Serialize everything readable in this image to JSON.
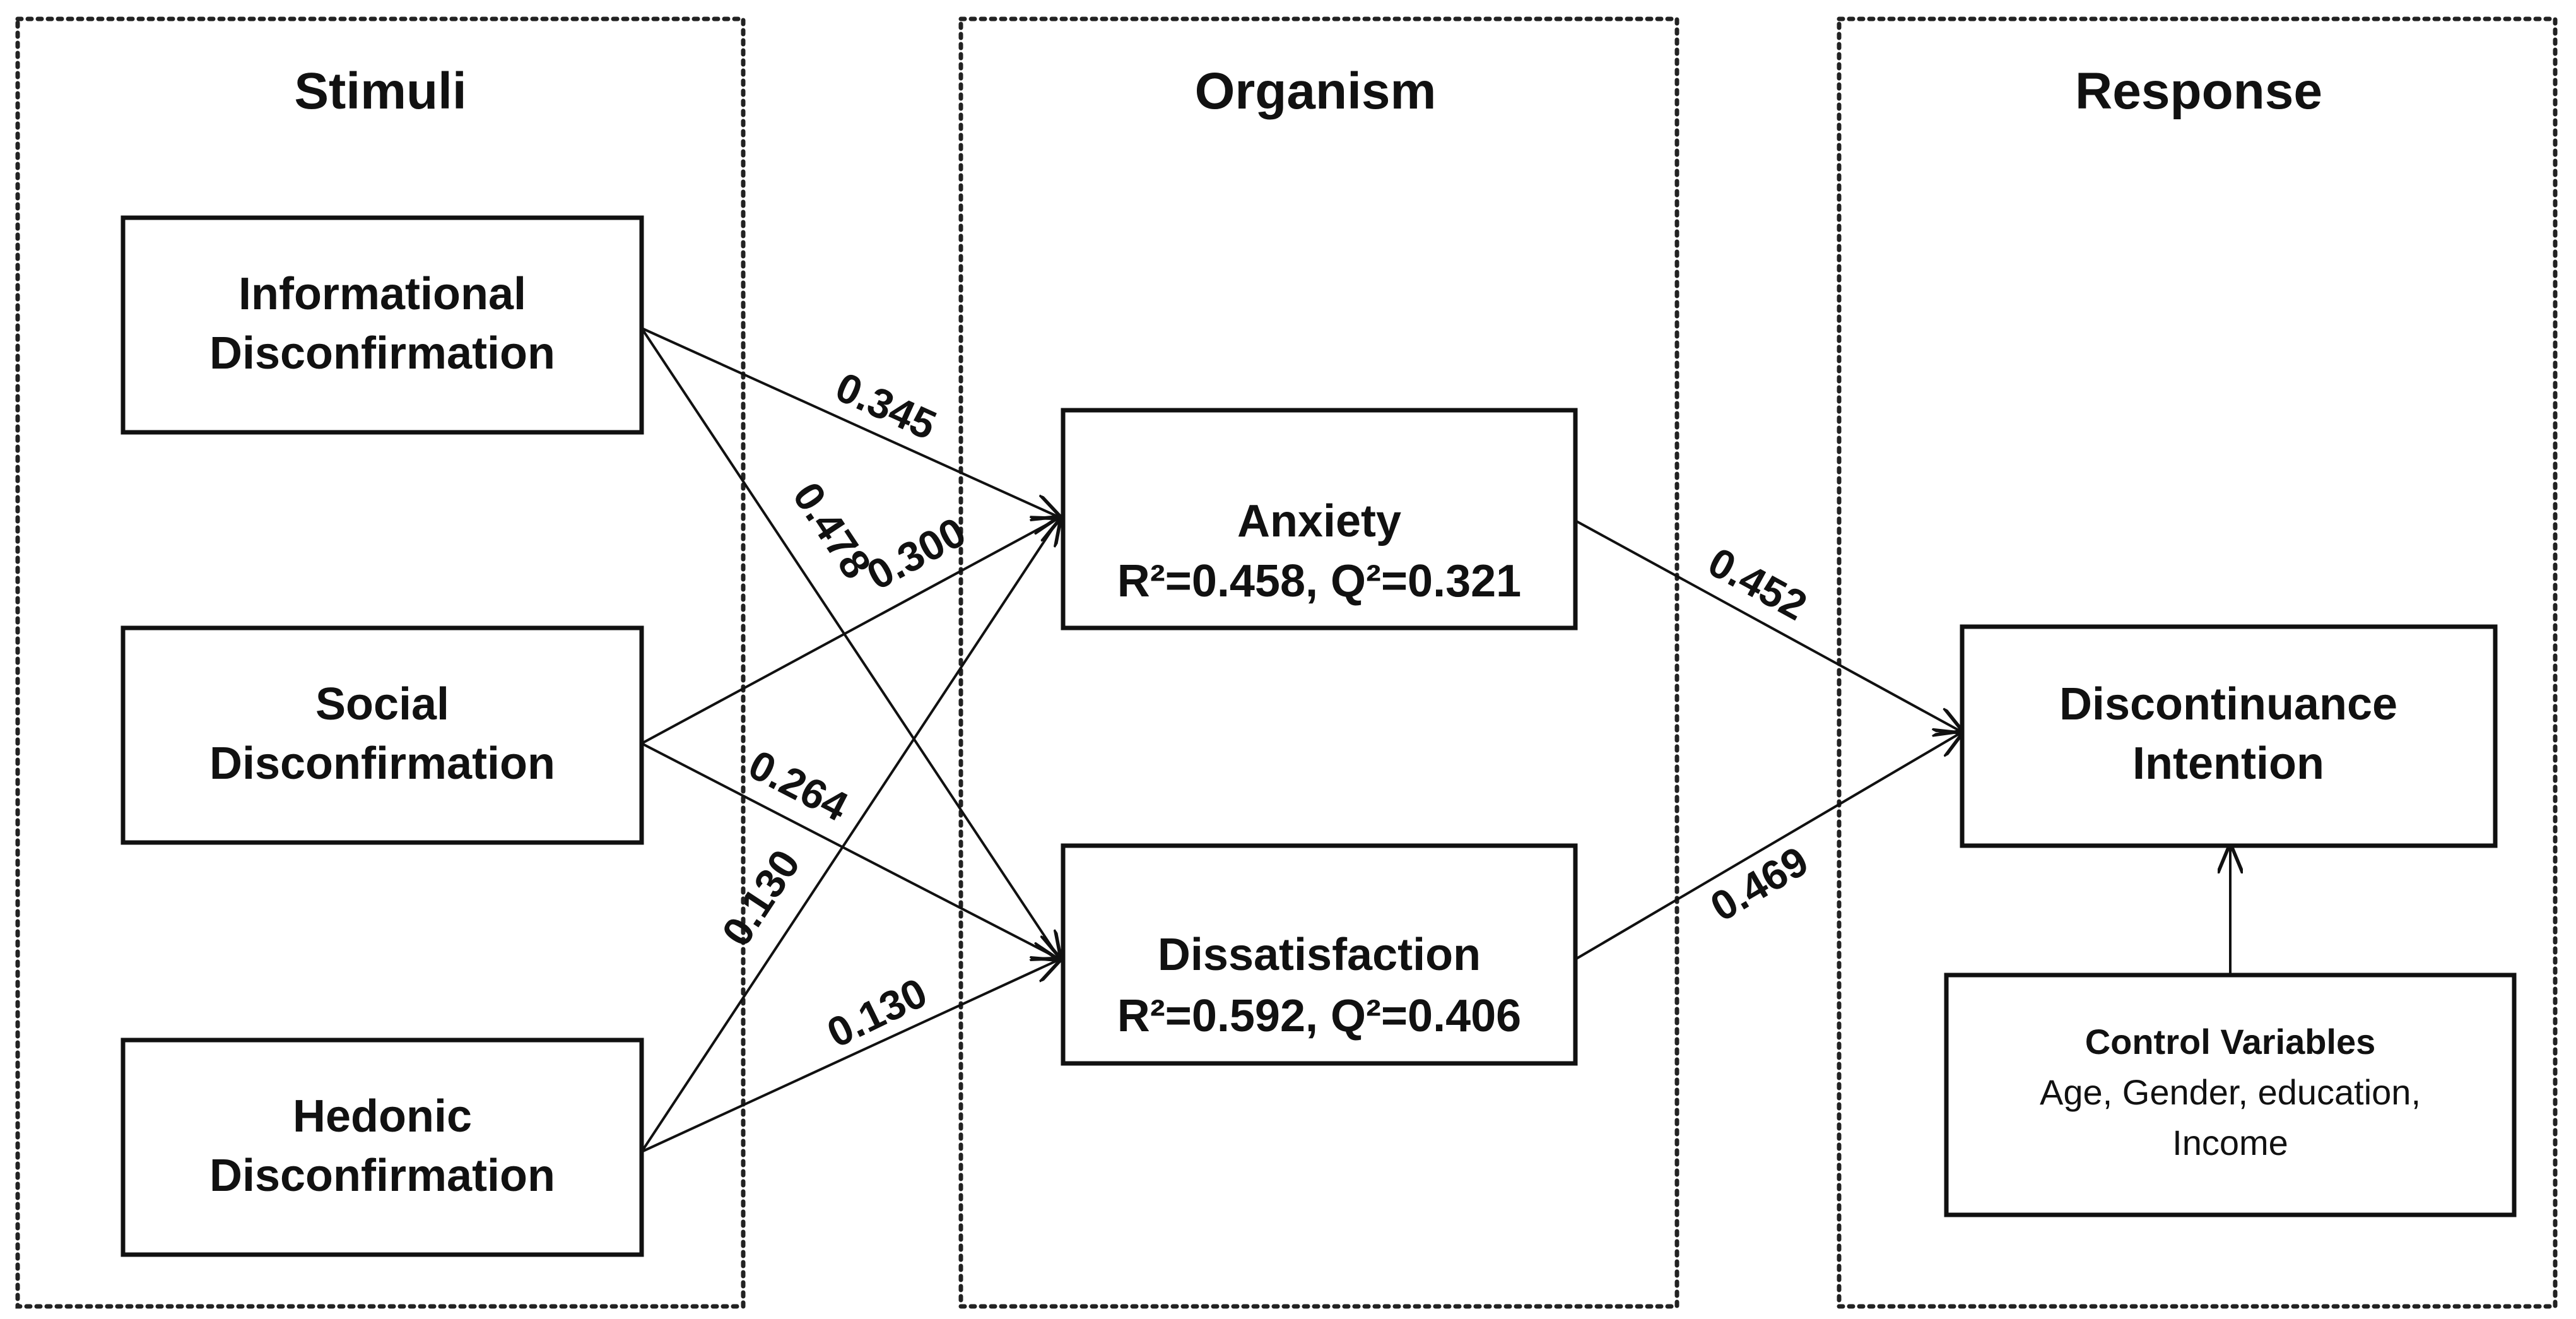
{
  "sections": {
    "stimuli": "Stimuli",
    "organism": "Organism",
    "response": "Response"
  },
  "nodes": {
    "informational": {
      "line1": "Informational",
      "line2": "Disconfirmation"
    },
    "social": {
      "line1": "Social",
      "line2": "Disconfirmation"
    },
    "hedonic": {
      "line1": "Hedonic",
      "line2": "Disconfirmation"
    },
    "anxiety": {
      "name": "Anxiety",
      "stats": "R²=0.458, Q²=0.321"
    },
    "dissatisfaction": {
      "name": "Dissatisfaction",
      "stats": "R²=0.592, Q²=0.406"
    },
    "discontinuance": {
      "line1": "Discontinuance",
      "line2": "Intention"
    },
    "controls": {
      "title": "Control Variables",
      "line1": "Age, Gender, education,",
      "line2": "Income"
    }
  },
  "paths": {
    "informational_anxiety": "0.345",
    "informational_dissatisfaction": "0.478",
    "social_anxiety": "0.300",
    "social_dissatisfaction": "0.264",
    "hedonic_anxiety": "0.130",
    "hedonic_dissatisfaction": "0.130",
    "anxiety_discontinuance": "0.452",
    "dissatisfaction_discontinuance": "0.469"
  }
}
